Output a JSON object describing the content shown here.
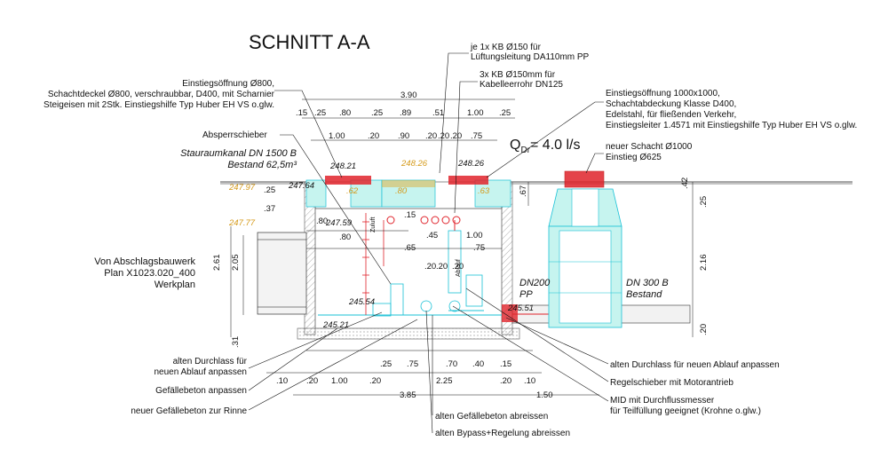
{
  "title": "SCHNITT A-A",
  "flow_label": {
    "main": "Q",
    "sub": "Dr",
    "value": "= 4.0 l/s"
  },
  "annotations": {
    "kb150": [
      "je 1x KB Ø150 für",
      "Lüftungsleitung DA110mm PP"
    ],
    "kb150b": [
      "3x KB Ø150mm für",
      "Kabelleerrohr DN125"
    ],
    "einstieg800": [
      "Einstiegsöffnung Ø800,",
      "Schachtdeckel Ø800, verschraubbar, D400, mit Scharnier",
      "Steigeisen mit 2Stk. Einstiegshilfe Typ Huber EH VS o.glw."
    ],
    "einstieg1000": [
      "Einstiegsöffnung 1000x1000,",
      "Schachtabdeckung Klasse D400,",
      "Edelstahl, für fließenden Verkehr,",
      "Einstiegsleiter 1.4571 mit Einstiegshilfe Typ Huber EH VS o.glw."
    ],
    "absperr": "Absperrschieber",
    "stauraum": [
      "Stauraumkanal DN 1500 B",
      "Bestand 62,5m³"
    ],
    "neuerSchacht": [
      "neuer Schacht Ø1000",
      "Einstieg Ø625"
    ],
    "vonAbschlag": [
      "Von Abschlagsbauwerk",
      "Plan X1023.020_400",
      "Werkplan"
    ],
    "dn200": [
      "DN200",
      "PP"
    ],
    "dn300": [
      "DN 300 B",
      "Bestand"
    ],
    "altenDurchlass": [
      "alten Durchlass für",
      "neuen Ablauf anpassen"
    ],
    "gefaelleAnpassen": "Gefällebeton anpassen",
    "neuerGefaelle": "neuer Gefällebeton zur Rinne",
    "altenGefaelleAbreissen": "alten Gefällebeton abreissen",
    "bypass": "alten Bypass+Regelung abreissen",
    "altenDurchlassAblauf": "alten Durchlass für neuen Ablauf anpassen",
    "regelschieber": "Regelschieber mit Motorantrieb",
    "mid": [
      "MID mit Durchflussmesser",
      "für Teilfüllung geeignet (Krohne o.glw.)"
    ],
    "zuluft": "Zuluft",
    "ablauf": "Ablauf"
  },
  "levels": {
    "l1": "248.21",
    "l2": "248.26",
    "l3": "248.26",
    "l4": "247.64",
    "l5": "247.59",
    "l6": "245.54",
    "l7": "245.51",
    "l8": "245.21",
    "l9": "247.97",
    "l10": "247.77"
  },
  "dims": {
    "top_total": "3.90",
    "top_row1": [
      ".15",
      ".25",
      ".80",
      ".25",
      ".89",
      ".51",
      "1.00",
      ".25"
    ],
    "top_row2": [
      "1.00",
      ".20",
      ".90",
      ".20",
      ".20",
      ".20",
      ".75"
    ],
    "left_row": [
      ".80",
      ".80",
      ".45",
      "1.00",
      ".65",
      ".75",
      ".20",
      ".20",
      ".20"
    ],
    "vert_left": [
      ".25",
      ".37",
      "2.61",
      "2.05",
      ".31"
    ],
    "vert_right": [
      ".42",
      ".25",
      "2.16",
      ".20"
    ],
    "vert_mid": ".67",
    "inner_mid": [
      ".15",
      ".62",
      ".80",
      ".63"
    ],
    "bottom_row1": [
      ".25",
      ".75",
      ".70",
      ".40",
      ".15"
    ],
    "bottom_row2": [
      ".10",
      ".20",
      "1.00",
      ".20",
      "2.25",
      ".20",
      ".10"
    ],
    "bottom_total": [
      "3.85",
      "1.50"
    ]
  },
  "colors": {
    "cyan": "#19c1d6",
    "red": "#e0232b",
    "orange": "#e0a422",
    "teal_fill": "#c6f4ef",
    "hatch": "#777777"
  }
}
